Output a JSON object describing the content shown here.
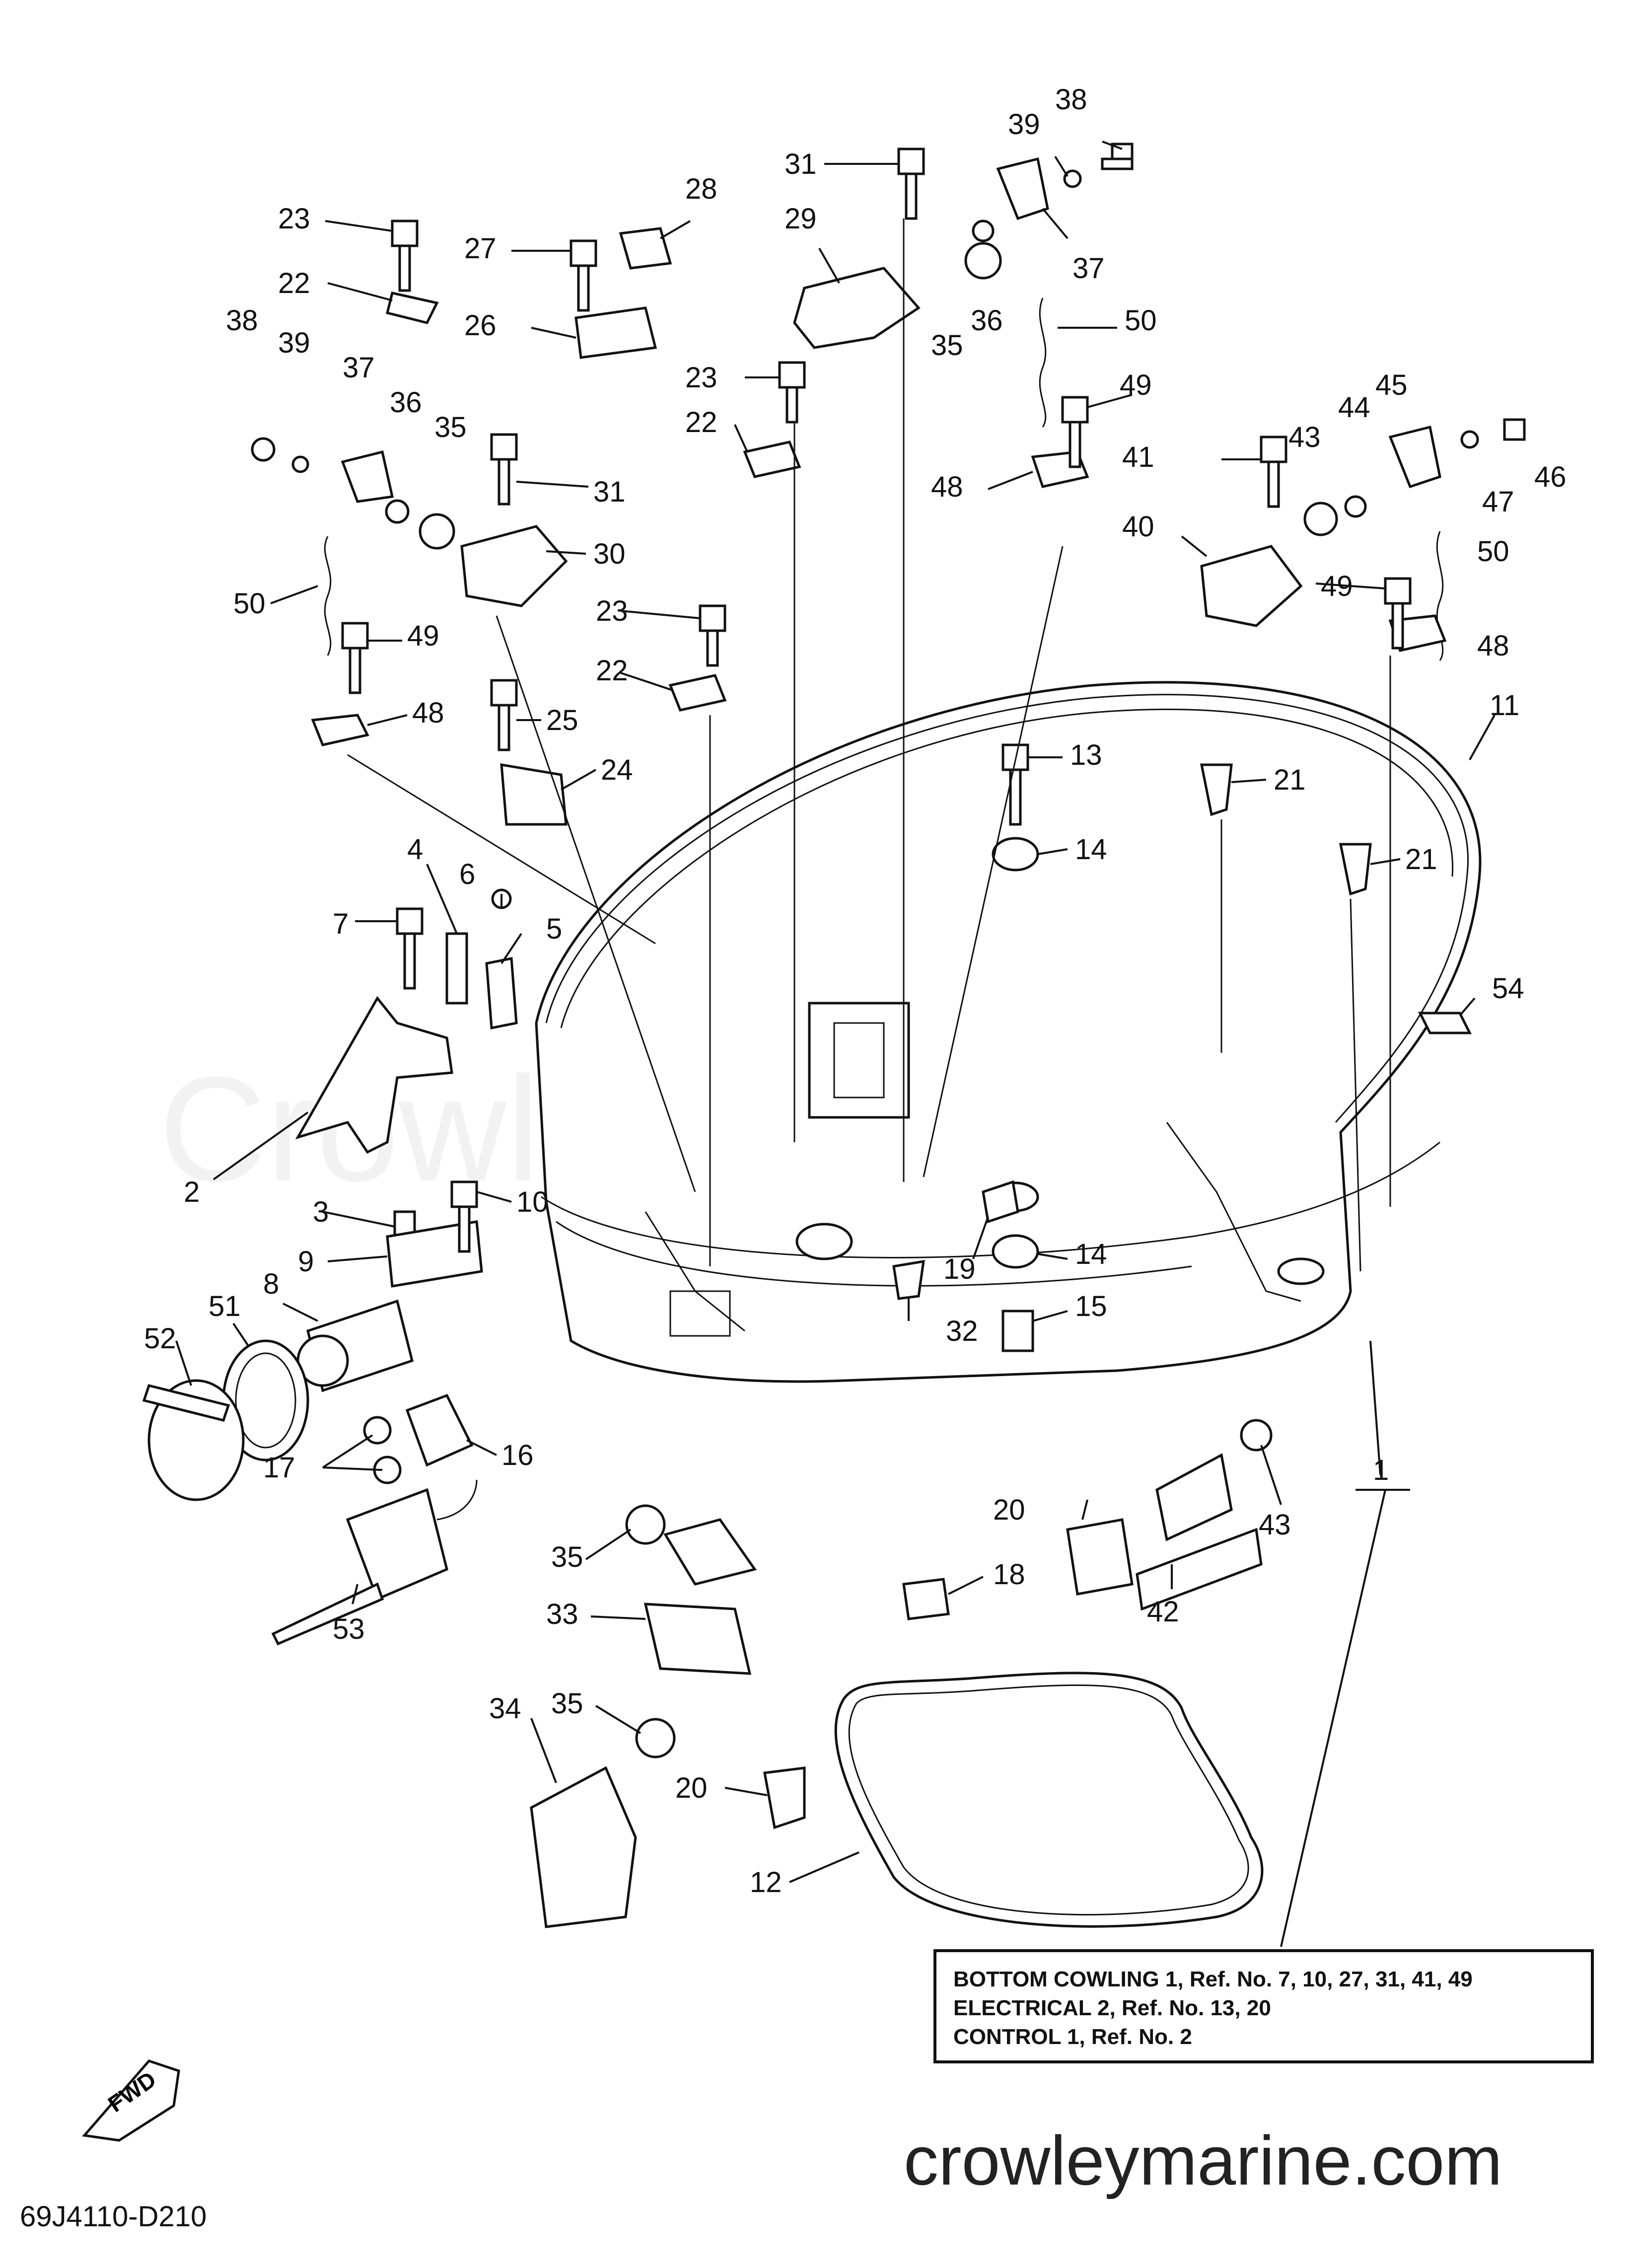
{
  "diagram": {
    "part_numbers": [
      "38",
      "39",
      "31",
      "28",
      "23",
      "27",
      "29",
      "37",
      "35",
      "36",
      "22",
      "26",
      "50",
      "38",
      "39",
      "37",
      "36",
      "35",
      "23",
      "22",
      "49",
      "45",
      "31",
      "48",
      "41",
      "43",
      "44",
      "47",
      "46",
      "30",
      "40",
      "50",
      "23",
      "49",
      "48",
      "50",
      "22",
      "49",
      "48",
      "25",
      "11",
      "13",
      "21",
      "24",
      "14",
      "21",
      "4",
      "6",
      "7",
      "5",
      "54",
      "2",
      "10",
      "3",
      "14",
      "19",
      "9",
      "15",
      "8",
      "32",
      "51",
      "52",
      "16",
      "17",
      "35",
      "18",
      "20",
      "43",
      "1",
      "33",
      "42",
      "53",
      "35",
      "34",
      "20",
      "12"
    ],
    "fwd_label": "FWD",
    "watermark": "CrowleyMarine",
    "drawing_code": "69J4110-D210"
  },
  "notes": [
    "BOTTOM COWLING 1,  Ref. No. 7, 10, 27, 31, 41, 49",
    "ELECTRICAL 2, Ref. No. 13, 20",
    "CONTROL 1,  Ref. No. 2"
  ],
  "footer": {
    "site": "crowleymarine.com"
  }
}
